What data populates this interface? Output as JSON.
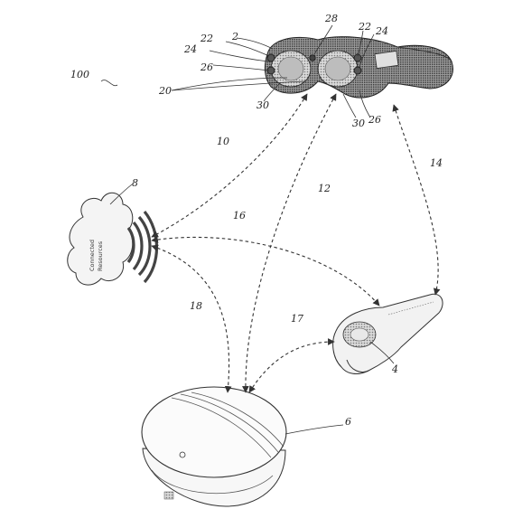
{
  "figure": {
    "labels": {
      "system": "100",
      "headset": "2",
      "cameras_a": "20",
      "cameras_b": "22",
      "cameras_c": "24",
      "cameras_d": "26",
      "bridge_sensor": "28",
      "lens_a": "30",
      "lens_b": "30",
      "right_22": "22",
      "right_24": "24",
      "right_26": "26",
      "link_headset_cloud": "10",
      "link_headset_pack": "12",
      "link_headset_controller": "14",
      "link_cloud_controller": "16",
      "link_pack_controller": "17",
      "link_cloud_pack": "18",
      "cloud": "8",
      "controller": "4",
      "compute_pack": "6"
    },
    "cloud_text": {
      "line1": "Connected",
      "line2": "Resources"
    }
  }
}
